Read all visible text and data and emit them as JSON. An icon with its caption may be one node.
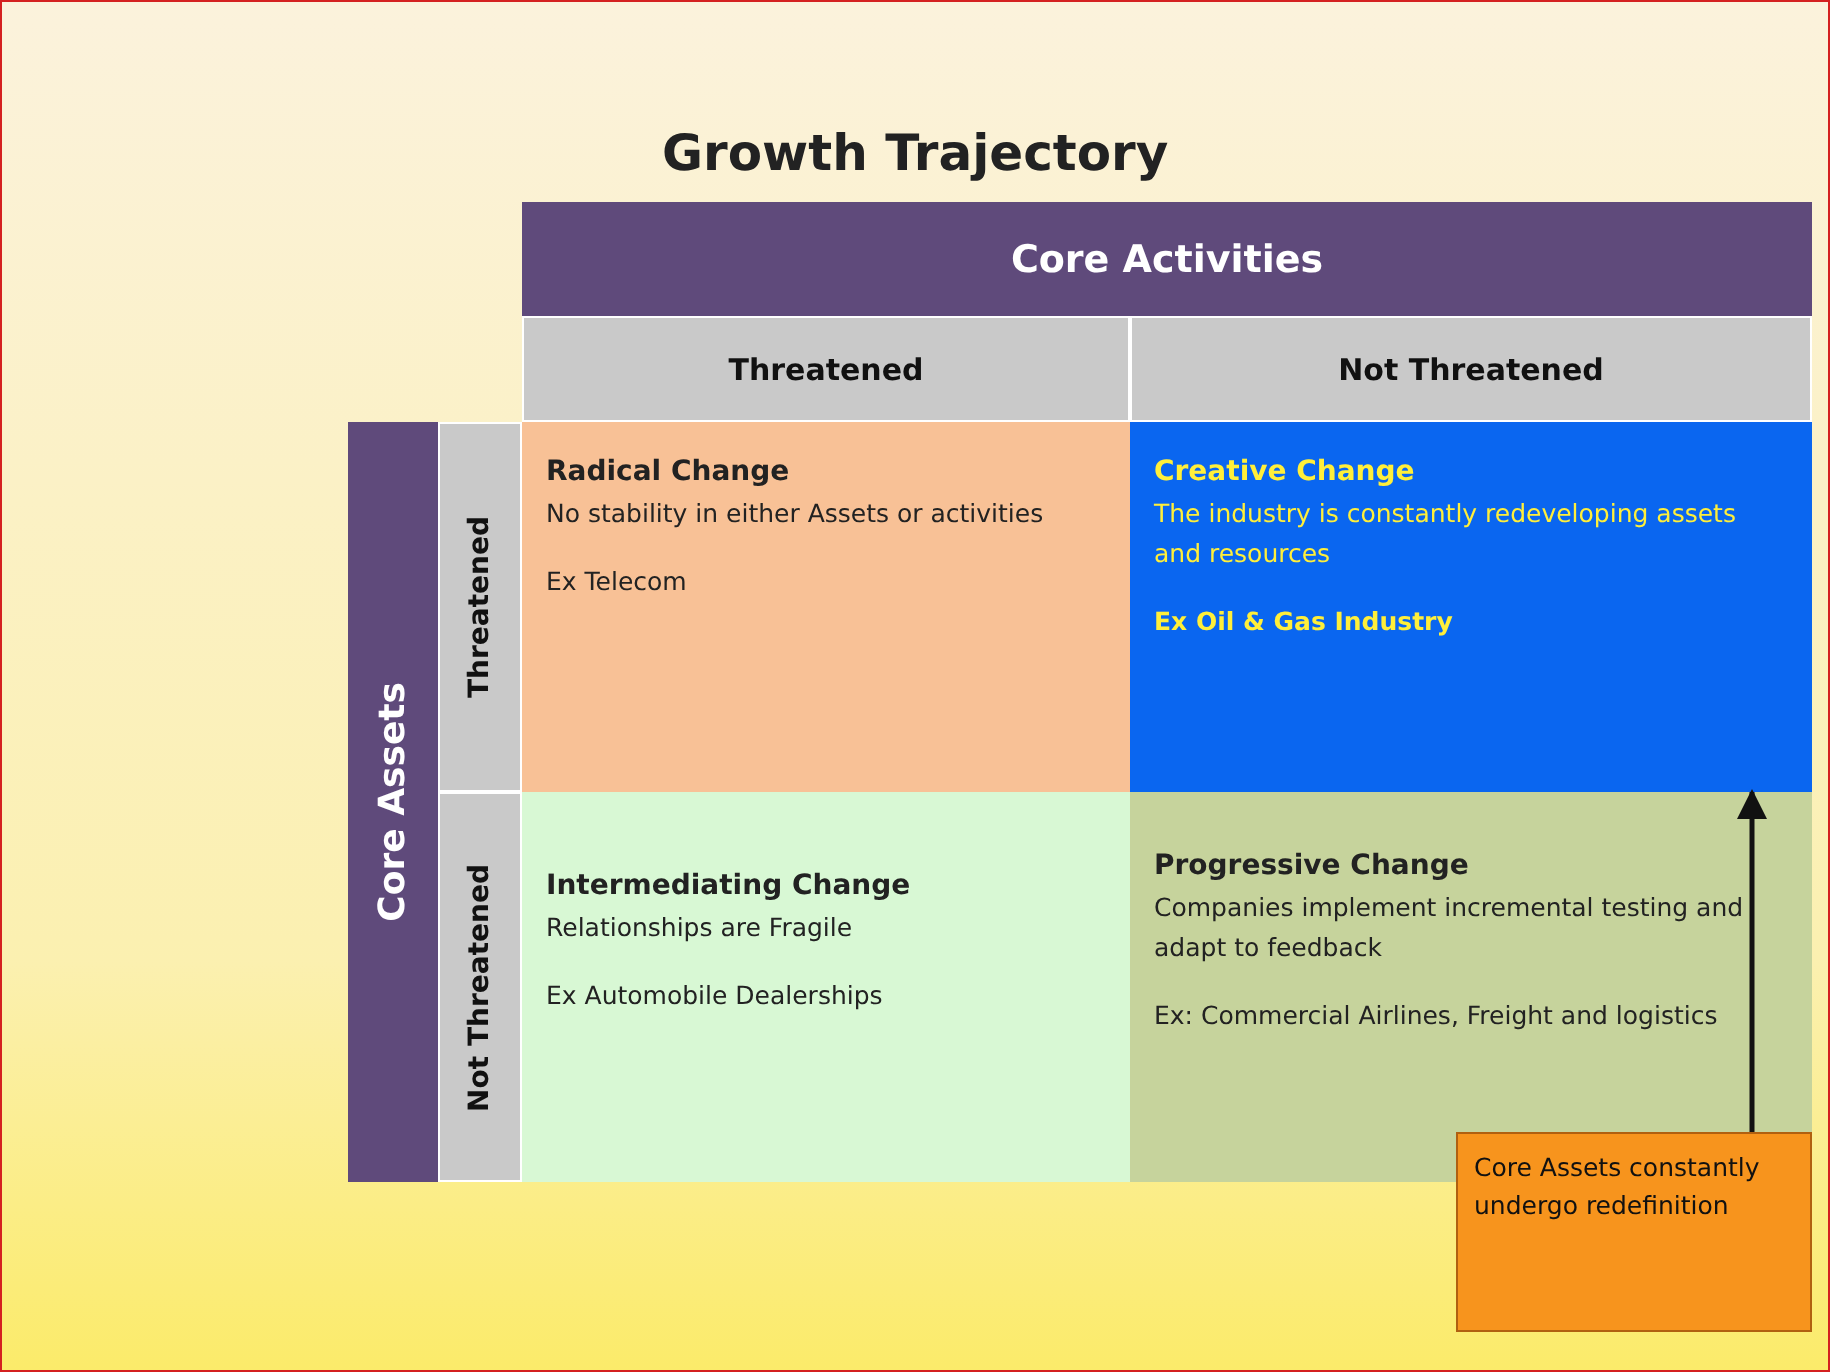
{
  "diagram": {
    "title": "Growth Trajectory",
    "nodes": [
      {
        "text": [
          "Core Activities"
        ]
      },
      {
        "text": [
          "Threatened"
        ]
      },
      {
        "text": [
          "Not Threatened"
        ]
      },
      {
        "text": [
          "Core Assets"
        ]
      },
      {
        "text": [
          "Threatened"
        ]
      },
      {
        "text": [
          "Not Threatened"
        ]
      },
      {
        "text": [
          "Radical Change",
          "No stability in either Assets or activities",
          "Ex Telecom"
        ]
      },
      {
        "text": [
          "Creative Change",
          "The industry is constantly redeveloping assets and resources",
          "Ex Oil & Gas Industry"
        ]
      },
      {
        "text": [
          "Intermediating Change",
          "Relationships are Fragile",
          "Ex Automobile Dealerships"
        ]
      },
      {
        "text": [
          "Progressive Change",
          "Companies implement incremental testing and adapt to feedback",
          "Ex: Commercial Airlines, Freight and logistics"
        ]
      },
      {
        "text": [
          "Core Assets constantly undergo redefinition"
        ]
      }
    ],
    "edges": [
      {
        "from": 10,
        "to": 7,
        "arrow": "to"
      }
    ]
  }
}
